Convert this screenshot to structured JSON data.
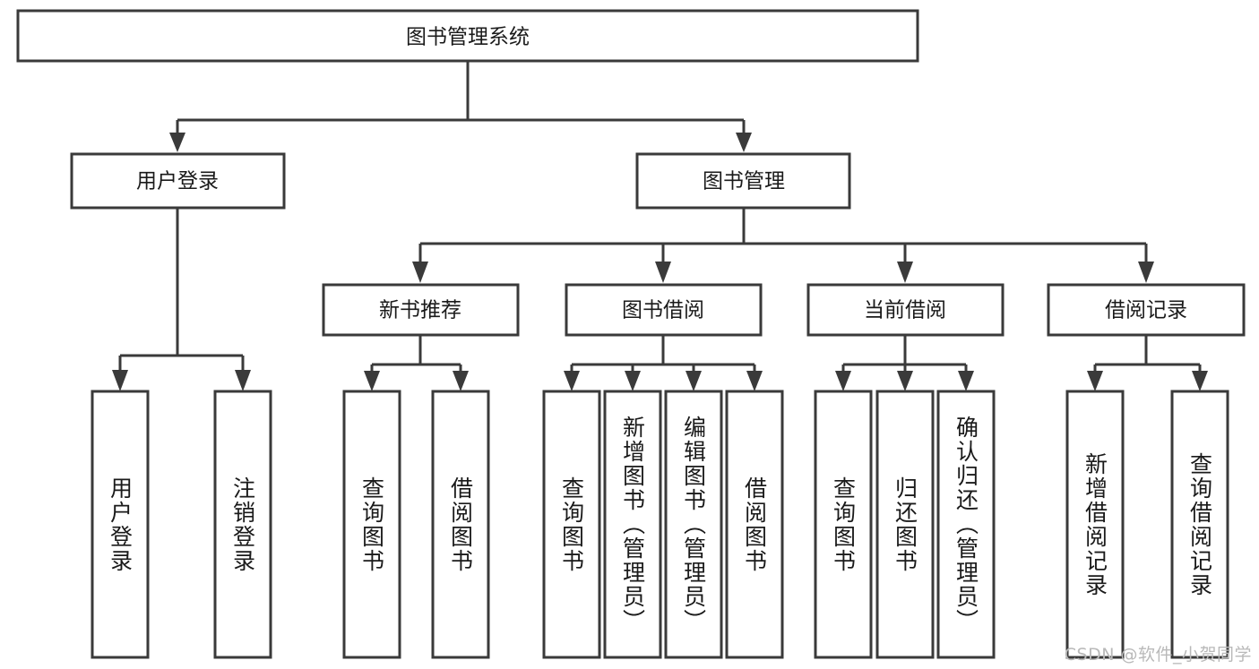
{
  "diagram": {
    "type": "tree",
    "title": "图书管理系统",
    "watermark": "CSDN @软件_小贺同学",
    "colors": {
      "box_stroke": "#3a3a3a",
      "box_fill": "#ffffff",
      "text": "#1a1a1a",
      "watermark": "#b9b9b9",
      "background": "#ffffff"
    },
    "root": {
      "label": "图书管理系统"
    },
    "level2": [
      {
        "label": "用户登录"
      },
      {
        "label": "图书管理"
      }
    ],
    "level3": [
      {
        "label": "新书推荐"
      },
      {
        "label": "图书借阅"
      },
      {
        "label": "当前借阅"
      },
      {
        "label": "借阅记录"
      }
    ],
    "leaves": {
      "user_login": [
        {
          "label": "用户登录"
        },
        {
          "label": "注销登录"
        }
      ],
      "new_book": [
        {
          "label": "查询图书"
        },
        {
          "label": "借阅图书"
        }
      ],
      "book_borrow": [
        {
          "label": "查询图书"
        },
        {
          "label": "新增图书（管理员）"
        },
        {
          "label": "编辑图书（管理员）"
        },
        {
          "label": "借阅图书"
        }
      ],
      "current_borrow": [
        {
          "label": "查询图书"
        },
        {
          "label": "归还图书"
        },
        {
          "label": "确认归还（管理员）"
        }
      ],
      "borrow_record": [
        {
          "label": "新增借阅记录"
        },
        {
          "label": "查询借阅记录"
        }
      ]
    }
  }
}
